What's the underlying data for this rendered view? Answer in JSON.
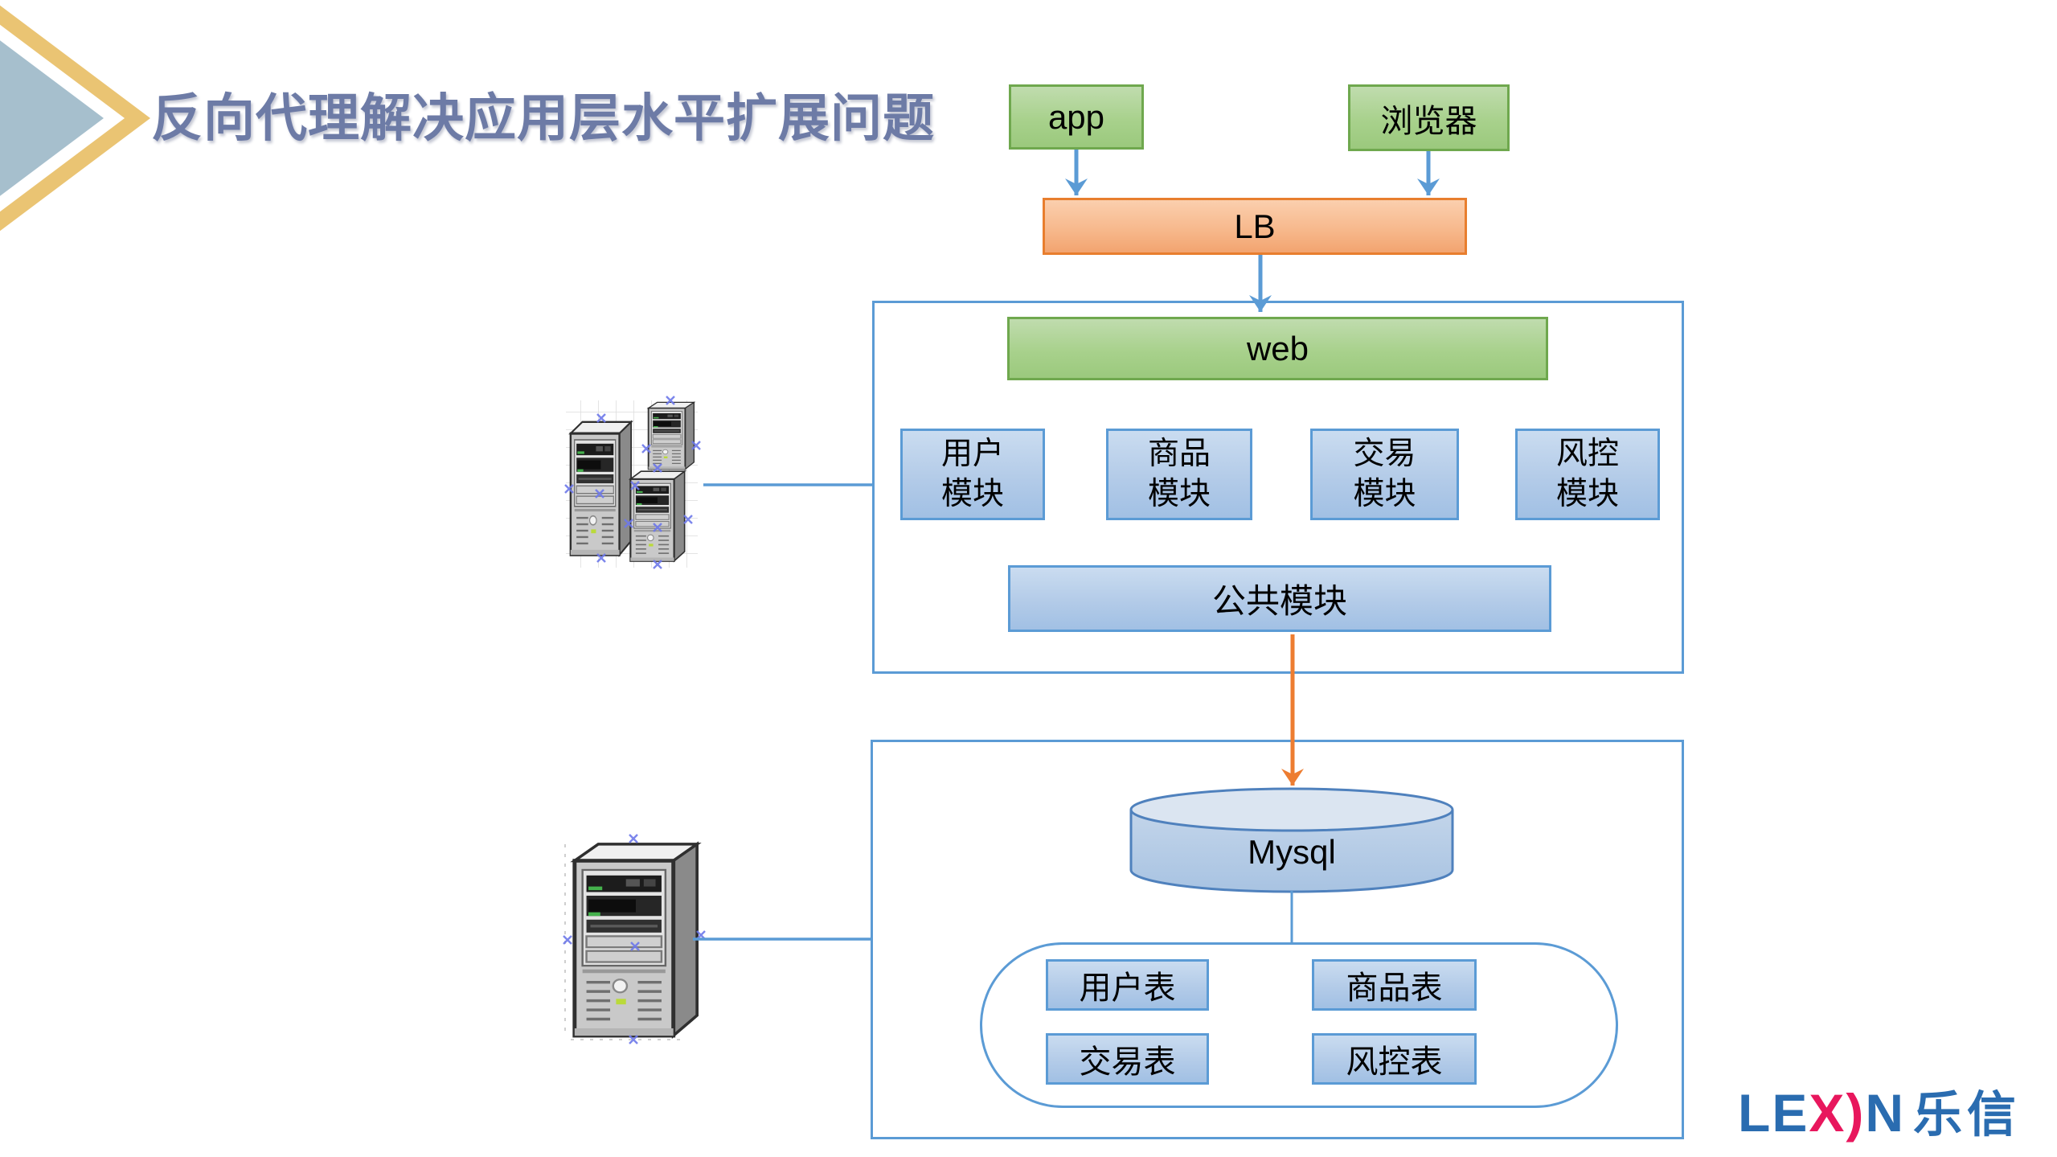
{
  "slide": {
    "title": "反向代理解决应用层水平扩展问题"
  },
  "diagram": {
    "clients": {
      "app": {
        "label": "app"
      },
      "browser": {
        "label": "浏览器"
      }
    },
    "lb": {
      "label": "LB"
    },
    "web_tier": {
      "web": {
        "label": "web"
      },
      "modules": [
        {
          "line1": "用户",
          "line2": "模块"
        },
        {
          "line1": "商品",
          "line2": "模块"
        },
        {
          "line1": "交易",
          "line2": "模块"
        },
        {
          "line1": "风控",
          "line2": "模块"
        }
      ],
      "common": {
        "label": "公共模块"
      }
    },
    "data_tier": {
      "database": {
        "label": "Mysql"
      },
      "tables": [
        {
          "label": "用户表"
        },
        {
          "label": "商品表"
        },
        {
          "label": "交易表"
        },
        {
          "label": "风控表"
        }
      ]
    },
    "icons": {
      "web_servers": "server-cluster-icon",
      "db_server": "server-tower-icon"
    }
  },
  "logo": {
    "parts": [
      {
        "text": "LE",
        "color": "#2a6cb0"
      },
      {
        "text": "X",
        "color": "#e8175d"
      },
      {
        "text": ")",
        "color": "#e8175d"
      },
      {
        "text": "N",
        "color": "#2a6cb0"
      },
      {
        "text": "乐信",
        "color": "#2a6cb0"
      }
    ]
  },
  "colors": {
    "green_fill": "#a8d18c",
    "green_border": "#6fa84e",
    "orange_fill": "#f2a470",
    "orange_border": "#e87e2e",
    "blue_fill": "#a1c0e4",
    "blue_border": "#5b9bd5",
    "connector_blue": "#5b9bd5",
    "connector_orange": "#ed7d31",
    "title_color": "#6d7ba6",
    "decor_gold": "#eac473",
    "decor_slate": "#a6bfcd"
  }
}
